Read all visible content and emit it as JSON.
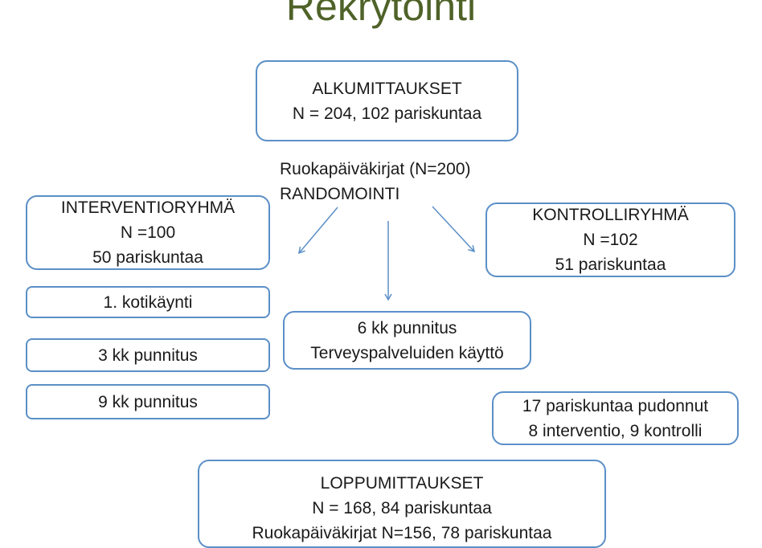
{
  "title": "Rekrytointi",
  "colors": {
    "box_border": "#5b8fc7",
    "arrow": "#5b8fc7",
    "title": "#4f6228"
  },
  "baseline": {
    "line1": "ALKUMITTAUKSET",
    "line2": "N = 204, 102 pariskuntaa"
  },
  "randomization": {
    "line1": "Ruokapäiväkirjat (N=200)",
    "line2": "RANDOMOINTI"
  },
  "intervention": {
    "line1": "INTERVENTIORYHMÄ",
    "line2": "N =100",
    "line3": "50 pariskuntaa"
  },
  "control": {
    "line1": "KONTROLLIRYHMÄ",
    "line2": "N =102",
    "line3": "51 pariskuntaa"
  },
  "intervention_steps": [
    "1. kotikäynti",
    "3 kk punnitus",
    "9 kk punnitus"
  ],
  "six_month": {
    "line1": "6 kk punnitus",
    "line2": "Terveyspalveluiden käyttö"
  },
  "dropouts": {
    "line1": "17 pariskuntaa pudonnut",
    "line2": "8 interventio, 9 kontrolli"
  },
  "final": {
    "line1": "LOPPUMITTAUKSET",
    "line2": "N = 168, 84 pariskuntaa",
    "line3": "Ruokapäiväkirjat N=156, 78 pariskuntaa"
  }
}
